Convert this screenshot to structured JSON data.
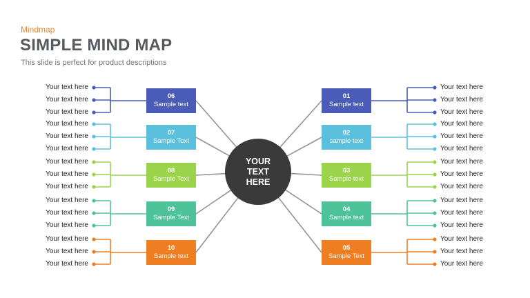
{
  "header": {
    "kicker": "Mindmap",
    "title": "SIMPLE MIND MAP",
    "subtitle": "This slide is perfect for product descriptions"
  },
  "center": {
    "label": "YOUR\nTEXT\nHERE",
    "color": "#3a3a3a"
  },
  "line_color": "#8f959c",
  "nodes": [
    {
      "num": "06",
      "label": "Sample text",
      "side": "left",
      "color": "#4a5bb8",
      "leaves": [
        "Your text here",
        "Your text here",
        "Your text here"
      ]
    },
    {
      "num": "07",
      "label": "Sample Text",
      "side": "left",
      "color": "#5bc0de",
      "leaves": [
        "Your text here",
        "Your text here",
        "Your text here"
      ]
    },
    {
      "num": "08",
      "label": "Sample Text",
      "side": "left",
      "color": "#9bd44a",
      "leaves": [
        "Your text here",
        "Your text here",
        "Your text here"
      ]
    },
    {
      "num": "09",
      "label": "Sample Text",
      "side": "left",
      "color": "#4ec39a",
      "leaves": [
        "Your text here",
        "Your text here",
        "Your text here"
      ]
    },
    {
      "num": "10",
      "label": "Sample text",
      "side": "left",
      "color": "#ef7d22",
      "leaves": [
        "Your text here",
        "Your text here",
        "Your text here"
      ]
    },
    {
      "num": "01",
      "label": "Sample text",
      "side": "right",
      "color": "#4a5bb8",
      "leaves": [
        "Your text here",
        "Your text here",
        "Your text here"
      ]
    },
    {
      "num": "02",
      "label": "sample text",
      "side": "right",
      "color": "#5bc0de",
      "leaves": [
        "Your text here",
        "Your text here",
        "Your text here"
      ]
    },
    {
      "num": "03",
      "label": "Sample text",
      "side": "right",
      "color": "#9bd44a",
      "leaves": [
        "Your text here",
        "Your text here",
        "Your text here"
      ]
    },
    {
      "num": "04",
      "label": "Sample text",
      "side": "right",
      "color": "#4ec39a",
      "leaves": [
        "Your text here",
        "Your text here",
        "Your text here"
      ]
    },
    {
      "num": "05",
      "label": "Sample Text",
      "side": "right",
      "color": "#ef7d22",
      "leaves": [
        "Your text here",
        "Your text here",
        "Your text here"
      ]
    }
  ]
}
